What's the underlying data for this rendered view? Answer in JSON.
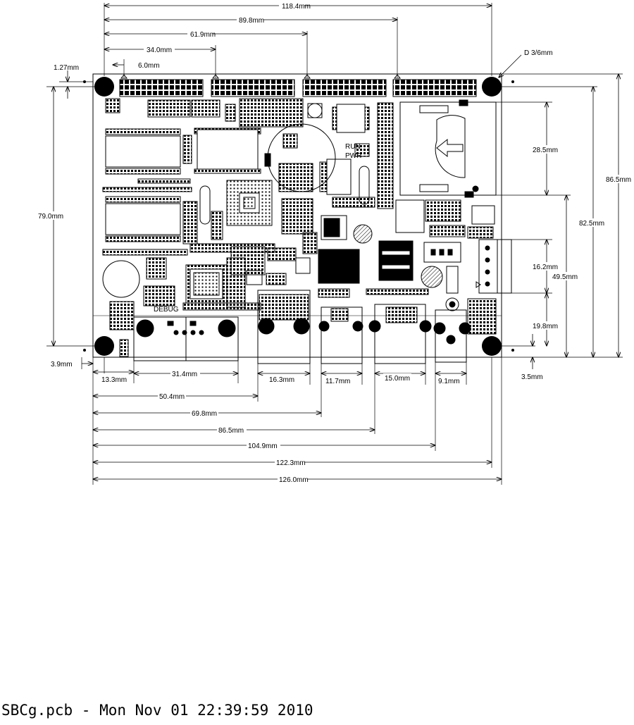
{
  "top_dims": [
    "118.4mm",
    "89.8mm",
    "61.9mm",
    "34.0mm",
    "6.0mm"
  ],
  "left_dims": [
    "1.27mm",
    "79.0mm",
    "3.9mm"
  ],
  "hole_note": "D 3/6mm",
  "right_dims": [
    "86.5mm",
    "82.5mm",
    "49.5mm",
    "28.5mm",
    "16.2mm",
    "19.8mm",
    "3.5mm"
  ],
  "connector_dims": [
    "13.3mm",
    "31.4mm",
    "16.3mm",
    "11.7mm",
    "15.0mm",
    "9.1mm"
  ],
  "bottom_dims": [
    "50.4mm",
    "69.8mm",
    "86.5mm",
    "104.9mm",
    "122.3mm",
    "126.0mm"
  ],
  "board_labels": {
    "run": "RUN",
    "pwr": "PWR",
    "debug": "DEBUG"
  },
  "footer": "SBCg.pcb - Mon Nov 01 22:39:59 2010"
}
